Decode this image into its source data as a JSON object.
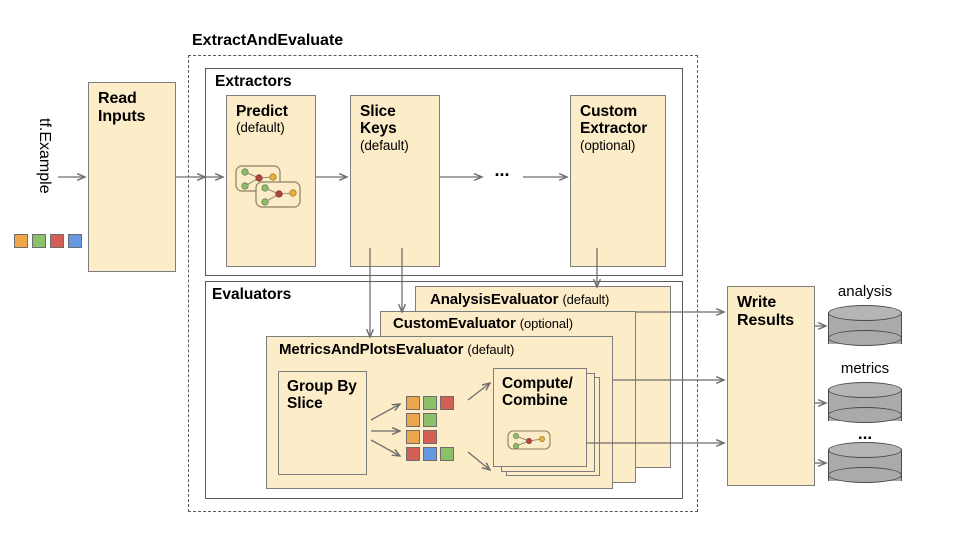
{
  "diagram": {
    "title_block": {
      "label": "ExtractAndEvaluate"
    },
    "input": {
      "stream_label": "tf.Example",
      "chips": [
        "#eda64c",
        "#8cbf6a",
        "#d45f57",
        "#6699e0"
      ]
    },
    "read_inputs": {
      "title": "Read Inputs"
    },
    "extractors": {
      "label": "Extractors",
      "ellipsis": "...",
      "boxes": [
        {
          "title": "Predict",
          "sub": "(default)",
          "icon": "graph-nodes-icon"
        },
        {
          "title": "Slice Keys",
          "sub": "(default)"
        },
        {
          "title": "Custom Extractor",
          "sub": "(optional)"
        }
      ]
    },
    "evaluators": {
      "label": "Evaluators",
      "cards": [
        {
          "title": "AnalysisEvaluator",
          "sub": "(default)"
        },
        {
          "title": "CustomEvaluator",
          "sub": "(optional)"
        },
        {
          "title": "MetricsAndPlotsEvaluator",
          "sub": "(default)"
        }
      ],
      "group_by_slice": {
        "title": "Group By Slice"
      },
      "compute_combine": {
        "title": "Compute/ Combine",
        "icon": "graph-nodes-icon"
      },
      "slice_rows": [
        [
          "#eda64c",
          "#8cbf6a",
          "#d45f57"
        ],
        [
          "#eda64c",
          "#8cbf6a"
        ],
        [
          "#eda64c",
          "#d45f57"
        ],
        [
          "#d45f57",
          "#6699e0",
          "#8cbf6a"
        ]
      ]
    },
    "write_results": {
      "title": "Write Results"
    },
    "outputs": [
      {
        "label": "analysis"
      },
      {
        "label": "metrics"
      },
      {
        "label": "...",
        "is_dots": true
      }
    ],
    "colors": {
      "card_fill": "#fdecc8",
      "card_stroke": "#7d7d7d",
      "line": "#6e6e6e",
      "cylinder": "#aaaaaa"
    }
  }
}
